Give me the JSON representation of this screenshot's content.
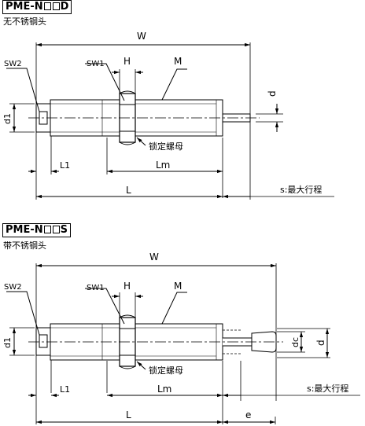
{
  "diagrams": [
    {
      "model_prefix": "PME-N",
      "model_suffix": "D",
      "tip_type": "无不锈钢头",
      "labels": {
        "W": "W",
        "SW2": "SW2",
        "SW1": "SW1",
        "H": "H",
        "M": "M",
        "d": "d",
        "d1": "d1",
        "L1": "L1",
        "Lm": "Lm",
        "L": "L",
        "lock_nut": "锁定螺母",
        "stroke": "s:最大行程"
      }
    },
    {
      "model_prefix": "PME-N",
      "model_suffix": "S",
      "tip_type": "带不锈钢头",
      "labels": {
        "W": "W",
        "SW2": "SW2",
        "SW1": "SW1",
        "H": "H",
        "M": "M",
        "d": "d",
        "dc": "dc",
        "d1": "d1",
        "L1": "L1",
        "Lm": "Lm",
        "L": "L",
        "e": "e",
        "lock_nut": "锁定螺母",
        "stroke": "s:最大行程"
      }
    }
  ]
}
